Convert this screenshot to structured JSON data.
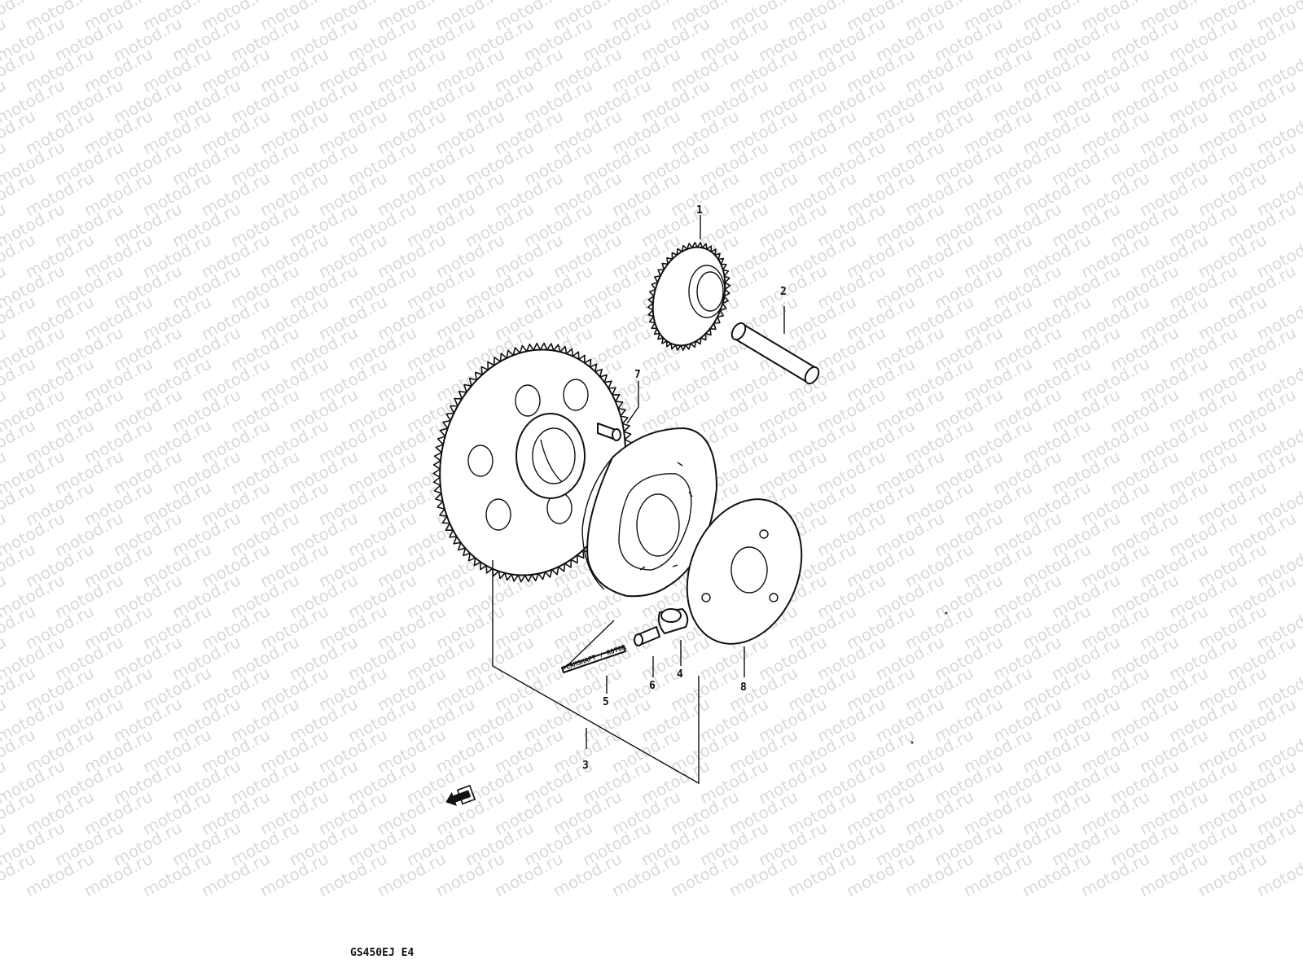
{
  "watermark": {
    "text": "motod.ru"
  },
  "callouts": {
    "p1": "1",
    "p2": "2",
    "p3": "3",
    "p4": "4",
    "p5": "5",
    "p6": "6",
    "p7": "7",
    "p8": "8"
  },
  "spring_text": "CAMSHAFT / ROTOR",
  "footer": {
    "code": "GS450EJ E4"
  },
  "icons": {
    "front_arrow": "front-direction-arrow-icon"
  }
}
